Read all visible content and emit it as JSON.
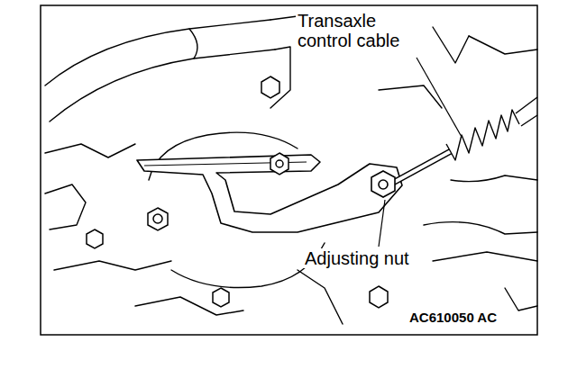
{
  "diagram": {
    "labels": [
      "Transaxle control cable",
      "Adjusting nut",
      "AC610050 AC"
    ]
  }
}
